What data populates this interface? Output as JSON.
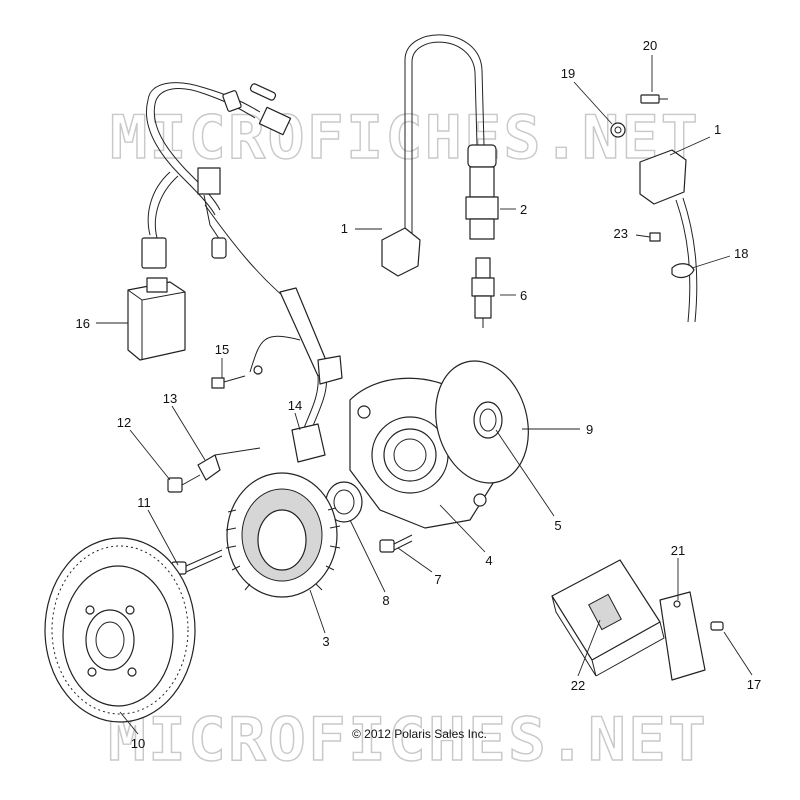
{
  "watermark": "MICROFICHES.NET",
  "copyright": "© 2012 Polaris Sales Inc.",
  "callouts": [
    "1",
    "2",
    "6",
    "20",
    "19",
    "1",
    "23",
    "18",
    "16",
    "15",
    "14",
    "13",
    "12",
    "9",
    "5",
    "11",
    "4",
    "7",
    "8",
    "3",
    "21",
    "22",
    "17",
    "10"
  ]
}
